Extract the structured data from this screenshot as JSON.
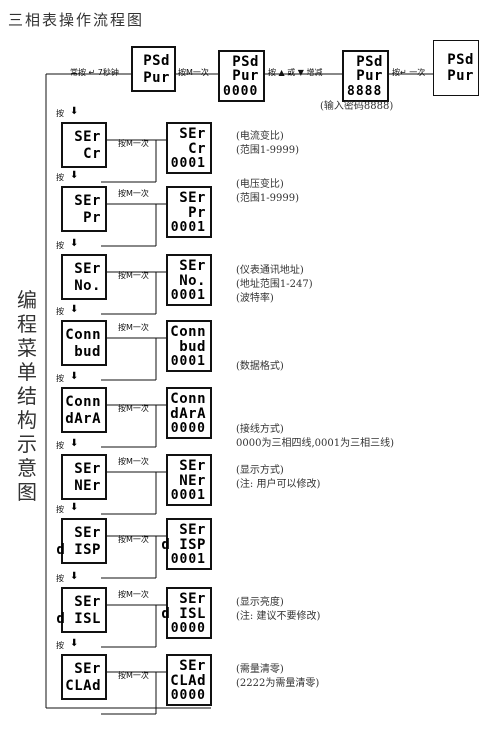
{
  "title": "三相表操作流程图",
  "side_title": [
    "编",
    "程",
    "菜",
    "单",
    "结",
    "构",
    "示",
    "意",
    "图"
  ],
  "top_row": {
    "label_1": "常按 ↵ 7秒钟",
    "label_2": "按M一次",
    "label_3": "按 ▲ 或 ▼ 增减",
    "label_4": "按↵ 一次",
    "screen_1": [
      "PSd",
      "Pur"
    ],
    "screen_2": [
      "PSd",
      "Pur",
      "0000"
    ],
    "screen_3": [
      "PSd",
      "Pur",
      "8888"
    ],
    "screen_4": [
      "PSd",
      "Pur"
    ],
    "note": "(输入密码8888)"
  },
  "press_down_label": "按",
  "press_m_label": "按M一次",
  "menu": [
    {
      "left": [
        "SEr",
        "Cr"
      ],
      "right": [
        "SEr",
        "Cr",
        "0001"
      ],
      "notes": [
        "(电流变比)",
        "(范围1-9999)"
      ]
    },
    {
      "left": [
        "SEr",
        "Pr"
      ],
      "right": [
        "SEr",
        "Pr",
        "0001"
      ],
      "notes": [
        "(电压变比)",
        "(范围1-9999)"
      ]
    },
    {
      "left": [
        "SEr",
        "No."
      ],
      "right": [
        "SEr",
        "No.",
        "0001"
      ],
      "notes": [
        "(仪表通讯地址)",
        "(地址范围1-247)",
        "(波特率)"
      ]
    },
    {
      "left": [
        "Conn",
        "bud"
      ],
      "right": [
        "Conn",
        "bud",
        "0001"
      ],
      "notes": [
        "(数据格式)"
      ]
    },
    {
      "left": [
        "Conn",
        "dArA"
      ],
      "right": [
        "Conn",
        "dArA",
        "0000"
      ],
      "notes": [
        "(接线方式)",
        "0000为三相四线,0001为三相三线)"
      ]
    },
    {
      "left": [
        "SEr",
        "NEr"
      ],
      "right": [
        "SEr",
        "NEr",
        "0001"
      ],
      "notes": [
        "(显示方式)",
        "(注: 用户可以修改)"
      ]
    },
    {
      "left": [
        "SEr",
        "d ISP"
      ],
      "right": [
        "SEr",
        "d ISP",
        "0001"
      ],
      "notes": []
    },
    {
      "left": [
        "SEr",
        "d ISL"
      ],
      "right": [
        "SEr",
        "d ISL",
        "0000"
      ],
      "notes": [
        "(显示亮度)",
        "(注: 建议不要修改)"
      ]
    },
    {
      "left": [
        "SEr",
        "CLAd"
      ],
      "right": [
        "SEr",
        "CLAd",
        "0000"
      ],
      "notes": [
        "(需量清零)",
        "(2222为需量清零)"
      ]
    }
  ]
}
